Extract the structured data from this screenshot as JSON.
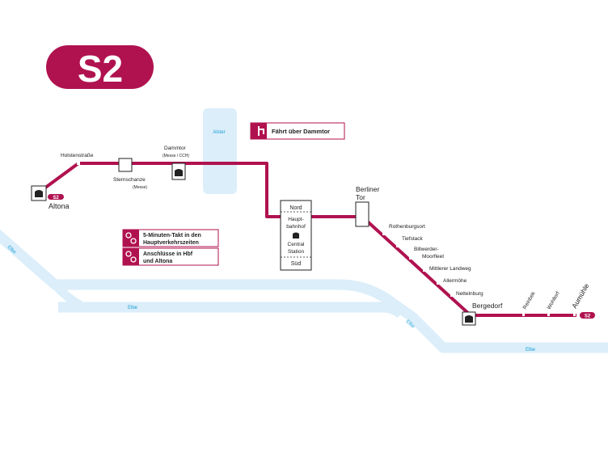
{
  "colors": {
    "line": "#b0124f",
    "water": "#dbeefa",
    "water_label": "#1aa0d6",
    "text": "#222222",
    "white": "#ffffff"
  },
  "badge": {
    "label": "S2"
  },
  "water": {
    "alster": "Alster",
    "elbe_left": "Elbe",
    "elbe_center": "Elbe",
    "elbe_diag": "Elbe",
    "elbe_right": "Elbe"
  },
  "callouts": {
    "dammtor": "Fährt über Dammtor",
    "takt_line1": "5-Minuten-Takt in den",
    "takt_line2": "Hauptverkehrszeiten",
    "anschluss_line1": "Anschlüsse in Hbf",
    "anschluss_line2": "und Altona"
  },
  "stations": {
    "altona": "Altona",
    "altona_badge": "S2",
    "holstenstrasse": "Holstenstraße",
    "sternschanze": "Sternschanze",
    "sternschanze_sub": "(Messe)",
    "dammtor": "Dammtor",
    "dammtor_sub": "(Messe / CCH)",
    "hbf_nord": "Nord",
    "hbf_line1": "Haupt-",
    "hbf_line2": "bahnhof",
    "hbf_line3": "Central",
    "hbf_line4": "Station",
    "hbf_sued": "Süd",
    "berliner_tor_line1": "Berliner",
    "berliner_tor_line2": "Tor",
    "rothenburgsort": "Rothenburgsort",
    "tiefstack": "Tiefstack",
    "billwerder_line1": "Billwerder-",
    "billwerder_line2": "Moorfleet",
    "mittlerer_landweg": "Mittlerer Landweg",
    "allermoehe": "Allermöhe",
    "nettelnburg": "Nettelnburg",
    "bergedorf": "Bergedorf",
    "reinbek": "Reinbek",
    "wohltorf": "Wohltorf",
    "aumuehle": "Aumühle",
    "aumuehle_badge": "S2"
  }
}
